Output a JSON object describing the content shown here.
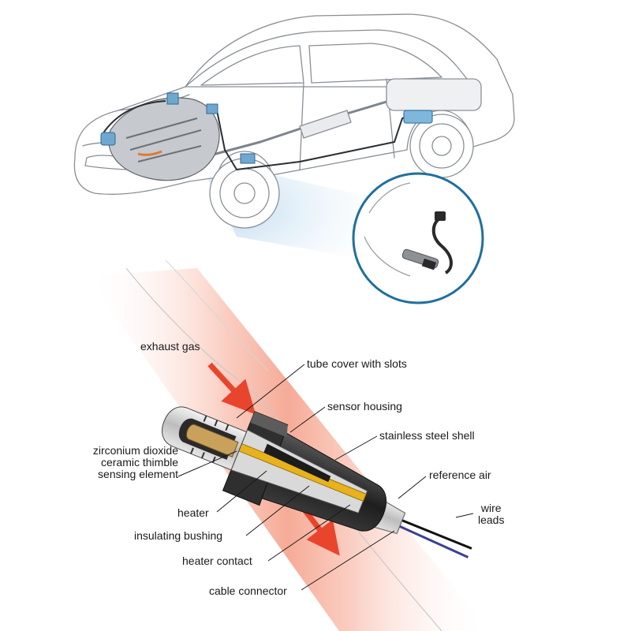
{
  "labels": {
    "exhaust_gas": "exhaust gas",
    "tube_cover": "tube cover with slots",
    "sensor_housing": "sensor housing",
    "stainless_shell": "stainless steel shell",
    "thimble_line1": "zirconium dioxide",
    "thimble_line2": "ceramic thimble",
    "thimble_line3": "sensing element",
    "reference_air": "reference air",
    "heater": "heater",
    "wire_line1": "wire",
    "wire_line2": "leads",
    "insulating_bushing": "insulating bushing",
    "heater_contact": "heater contact",
    "cable_connector": "cable connector"
  },
  "colors": {
    "exhaust_band": "#f4a08a",
    "arrow_red": "#e8452c",
    "inset_ring": "#1f6f9f",
    "sensor_dark": "#2a2a2a",
    "heater_yellow": "#e8b21c",
    "car_line": "#8a8f96",
    "beam_blue": "#cfe4f3"
  },
  "icons": [
    "car-illustration",
    "oxygen-sensor-inset",
    "sensor-cutaway"
  ]
}
